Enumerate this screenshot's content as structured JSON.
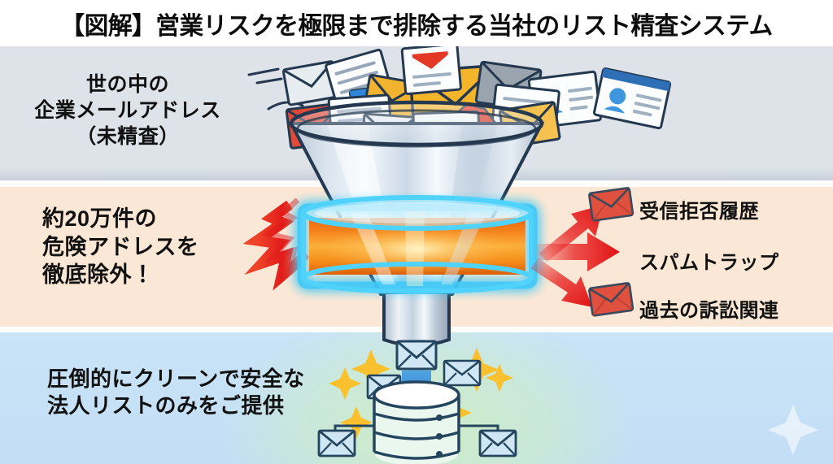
{
  "header": {
    "title": "【図解】営業リスクを極限まで排除する当社のリスト精査システム"
  },
  "bands": {
    "top": {
      "color": "#dee3e9"
    },
    "middle": {
      "color": "#fae7d5"
    },
    "bottom": {
      "color": "#c3def5",
      "glow_color": "#ceeec4"
    }
  },
  "stages": {
    "input": {
      "label_lines": [
        "世の中の",
        "企業メールアドレス",
        "（未精査）"
      ],
      "icon": "funnel-with-mail-icon"
    },
    "filter": {
      "label_lines": [
        "約20万件の",
        "危険アドレスを",
        "徹底除外！"
      ],
      "icon": "glowing-filter-icon",
      "accent_color": "#39c8f5",
      "core_color": "#f58a18"
    },
    "output": {
      "label_lines": [
        "圧倒的にクリーンで安全な",
        "法人リストのみをご提供"
      ],
      "icon": "database-icon",
      "arrow_color": "#2f86d8"
    }
  },
  "excluded": {
    "arrow_color": "#e81e1e",
    "items": [
      {
        "label": "受信拒否履歴",
        "icon": "red-envelope-icon",
        "arrow": "arrow-up-right-icon"
      },
      {
        "label": "スパムトラップ",
        "icon": "",
        "arrow": "arrow-right-icon"
      },
      {
        "label": "過去の訴訟関連",
        "icon": "red-envelope-icon",
        "arrow": "arrow-down-right-icon"
      }
    ]
  }
}
